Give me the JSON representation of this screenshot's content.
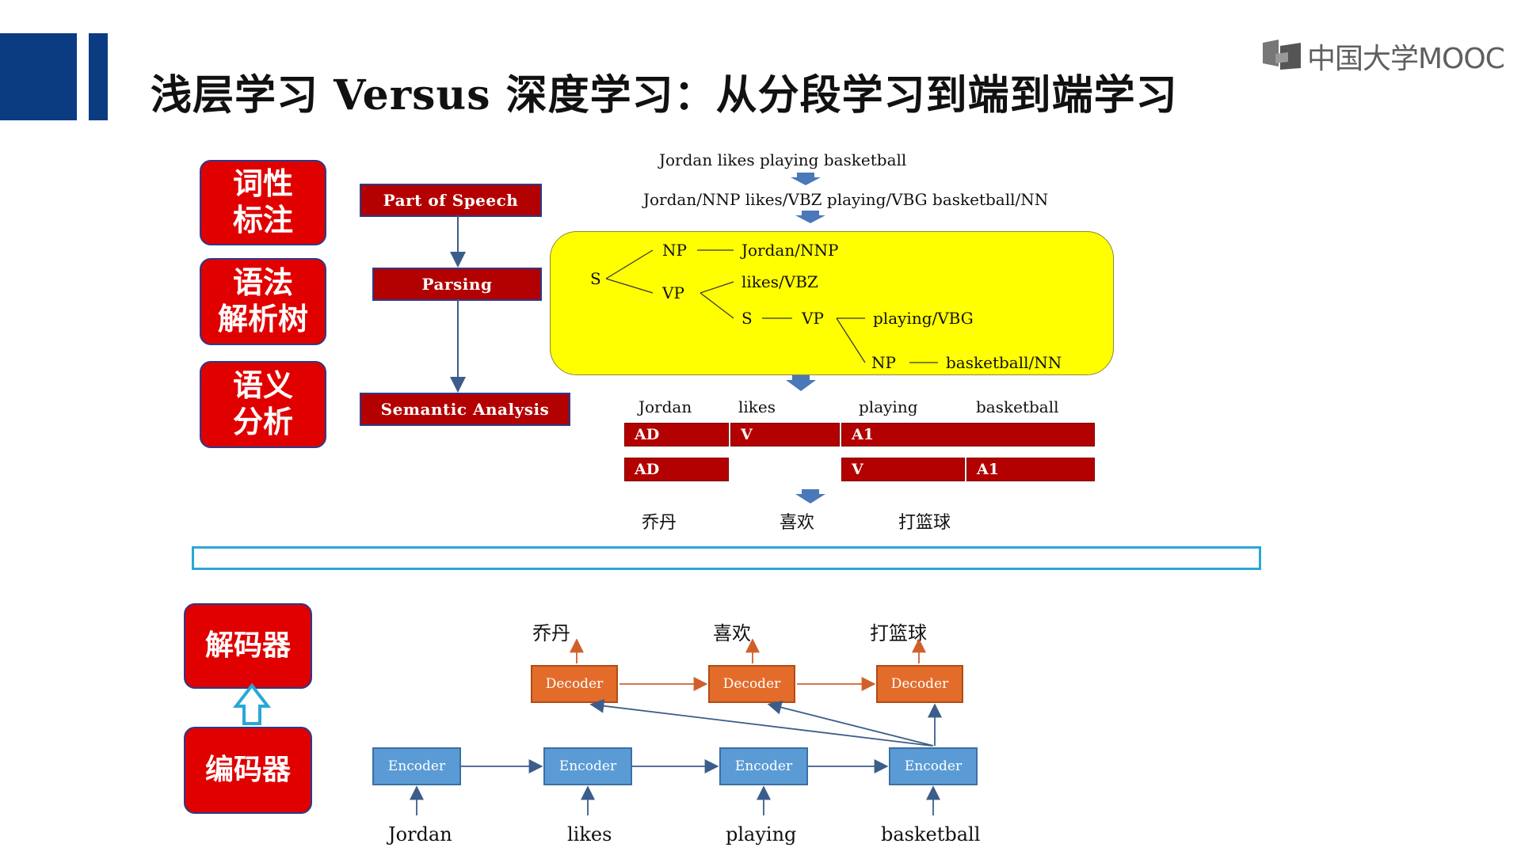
{
  "slide": {
    "title": "浅层学习 Versus 深度学习：从分段学习到端到端学习",
    "brand": "中国大学MOOC"
  },
  "top_pipeline": {
    "labels": [
      "词性",
      "标注",
      "语法",
      "解析树",
      "语义",
      "分析"
    ],
    "stages": [
      "Part of Speech",
      "Parsing",
      "Semantic Analysis"
    ],
    "sentence": "Jordan likes playing basketball",
    "tagged": "Jordan/NNP likes/VBZ playing/VBG basketball/NN",
    "tree": {
      "root": "S",
      "np": "NP",
      "np_leaf": "Jordan/NNP",
      "vp": "VP",
      "vp_leaf": "likes/VBZ",
      "s2": "S",
      "vp2": "VP",
      "vp2_leaf": "playing/VBG",
      "np2": "NP",
      "np2_leaf": "basketball/NN"
    },
    "words": [
      "Jordan",
      "likes",
      "playing",
      "basketball"
    ],
    "role_row1": [
      "AD",
      "V",
      "A1"
    ],
    "role_row2": [
      "AD",
      "V",
      "A1"
    ],
    "translation": [
      "乔丹",
      "喜欢",
      "打篮球"
    ]
  },
  "bottom_model": {
    "decoder_label": "解码器",
    "encoder_label": "编码器",
    "outputs": [
      "乔丹",
      "喜欢",
      "打篮球"
    ],
    "decoder_box": "Decoder",
    "encoder_box": "Encoder",
    "inputs": [
      "Jordan",
      "likes",
      "playing",
      "basketball"
    ]
  },
  "colors": {
    "accent_blue": "#0b3c82",
    "red": "#e00000",
    "dark_red": "#b30000",
    "yellow": "#ffff00",
    "decoder": "#e36c2b",
    "encoder": "#5b9bd5",
    "cyan": "#2aa7d8"
  },
  "icons": [
    "mooc-logo-icon",
    "down-arrow-icon",
    "up-arrow-icon"
  ]
}
